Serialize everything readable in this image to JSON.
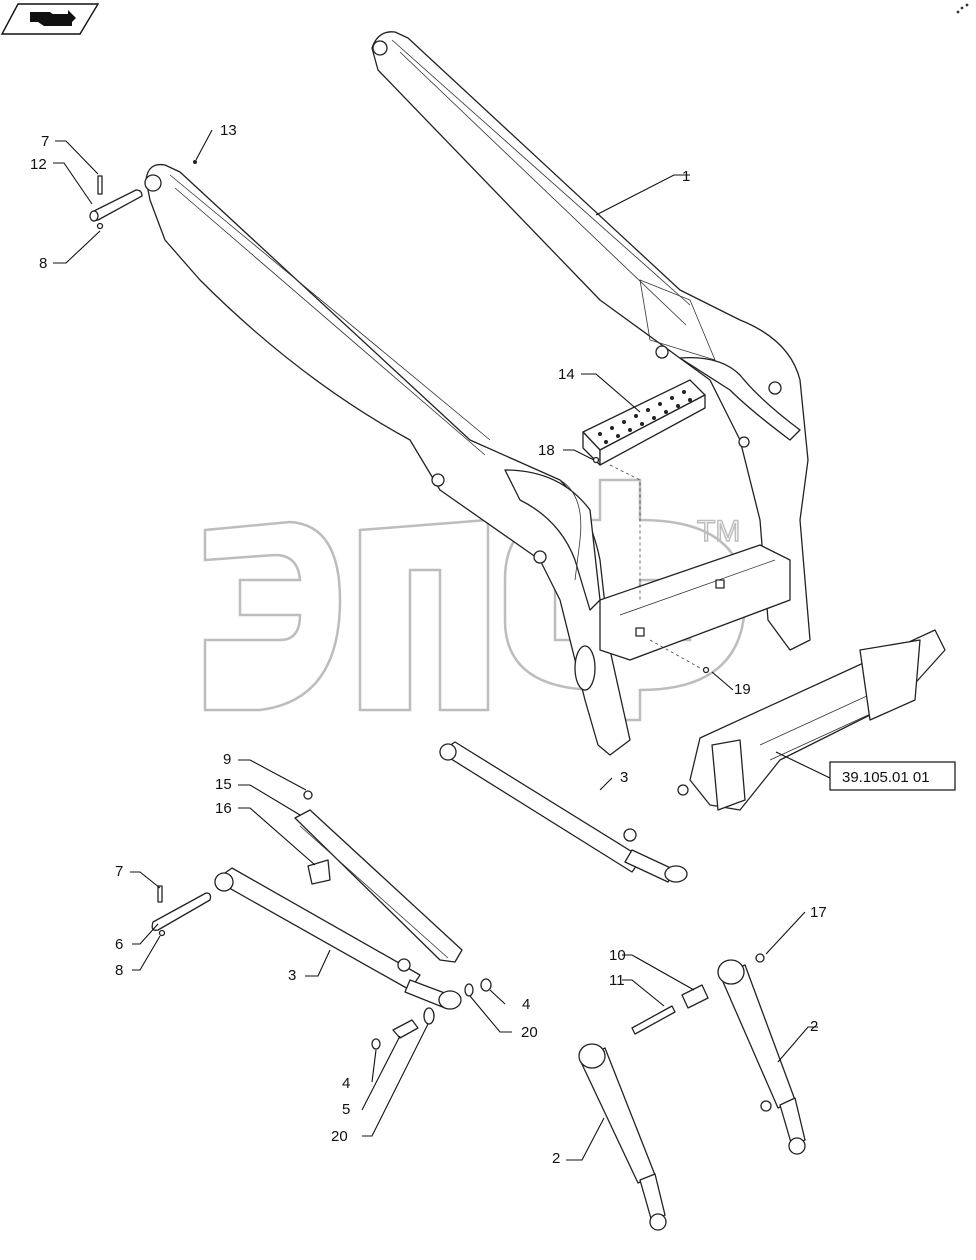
{
  "callouts": [
    {
      "n": "1",
      "text": "1"
    },
    {
      "n": "2a",
      "text": "2"
    },
    {
      "n": "2b",
      "text": "2"
    },
    {
      "n": "3a",
      "text": "3"
    },
    {
      "n": "3b",
      "text": "3"
    },
    {
      "n": "4a",
      "text": "4"
    },
    {
      "n": "4b",
      "text": "4"
    },
    {
      "n": "5",
      "text": "5"
    },
    {
      "n": "6",
      "text": "6"
    },
    {
      "n": "7a",
      "text": "7"
    },
    {
      "n": "7b",
      "text": "7"
    },
    {
      "n": "8a",
      "text": "8"
    },
    {
      "n": "8b",
      "text": "8"
    },
    {
      "n": "9",
      "text": "9"
    },
    {
      "n": "10",
      "text": "10"
    },
    {
      "n": "11",
      "text": "11"
    },
    {
      "n": "12",
      "text": "12"
    },
    {
      "n": "13",
      "text": "13"
    },
    {
      "n": "14",
      "text": "14"
    },
    {
      "n": "15",
      "text": "15"
    },
    {
      "n": "16",
      "text": "16"
    },
    {
      "n": "17",
      "text": "17"
    },
    {
      "n": "18",
      "text": "18"
    },
    {
      "n": "19",
      "text": "19"
    },
    {
      "n": "20a",
      "text": "20"
    },
    {
      "n": "20b",
      "text": "20"
    }
  ],
  "reference": "39.105.01 01",
  "watermark": {
    "text": "ЭПФ",
    "trademark": "TM"
  },
  "nav_icon": "back-arrow-icon",
  "corner_mark": "nav-dots-icon"
}
